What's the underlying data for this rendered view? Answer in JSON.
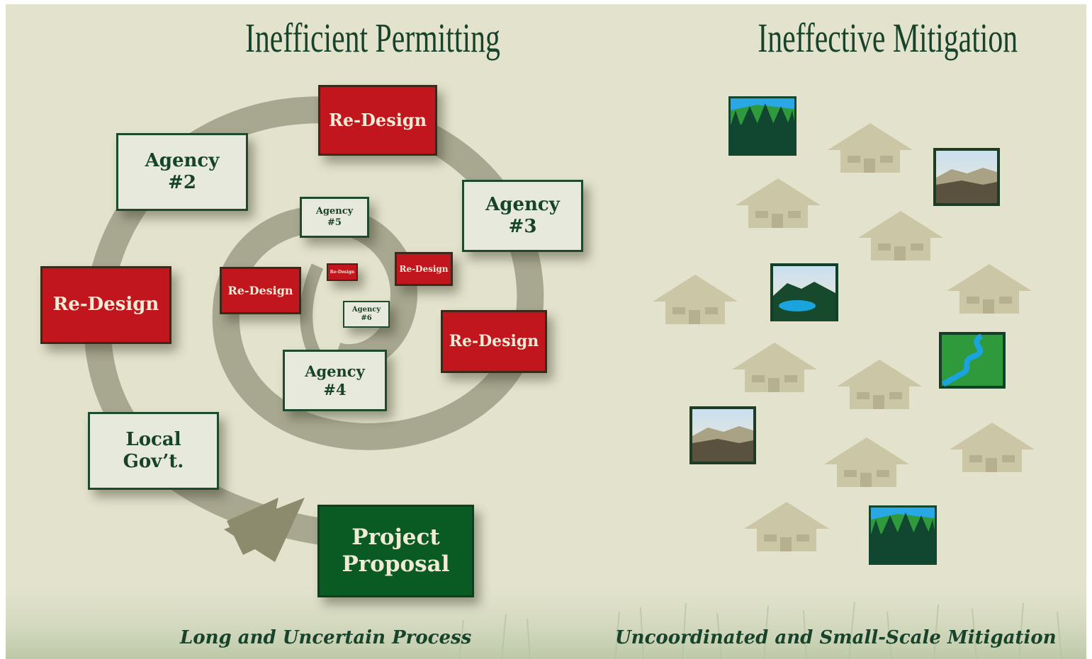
{
  "left_panel": {
    "title": "Inefficient Permitting",
    "caption": "Long and Uncertain Process",
    "boxes": {
      "redesign_top": "Re-Design",
      "agency_2": "Agency\n#2",
      "agency_3": "Agency\n#3",
      "redesign_left": "Re-Design",
      "agency_5": "Agency\n#5",
      "redesign_inner_right": "Re-Design",
      "redesign_center": "Re-Design",
      "redesign_inner_left": "Re-Design",
      "agency_6": "Agency\n#6",
      "redesign_right": "Re-Design",
      "agency_4": "Agency\n#4",
      "local_govt": "Local\nGov’t.",
      "project_proposal": "Project\nProposal"
    }
  },
  "right_panel": {
    "title": "Ineffective Mitigation",
    "caption": "Uncoordinated and Small-Scale Mitigation",
    "icons": [
      "house-icon",
      "forest-icon",
      "mountain-icon",
      "lake-icon",
      "river-icon"
    ]
  },
  "colors": {
    "background": "#e3e3cd",
    "title_green": "#17432a",
    "redesign_red": "#c1161e",
    "proposal_green": "#095b23",
    "agency_fill": "#e6e9dc",
    "spiral": "#a4a38c",
    "house": "#cbc6a6"
  }
}
